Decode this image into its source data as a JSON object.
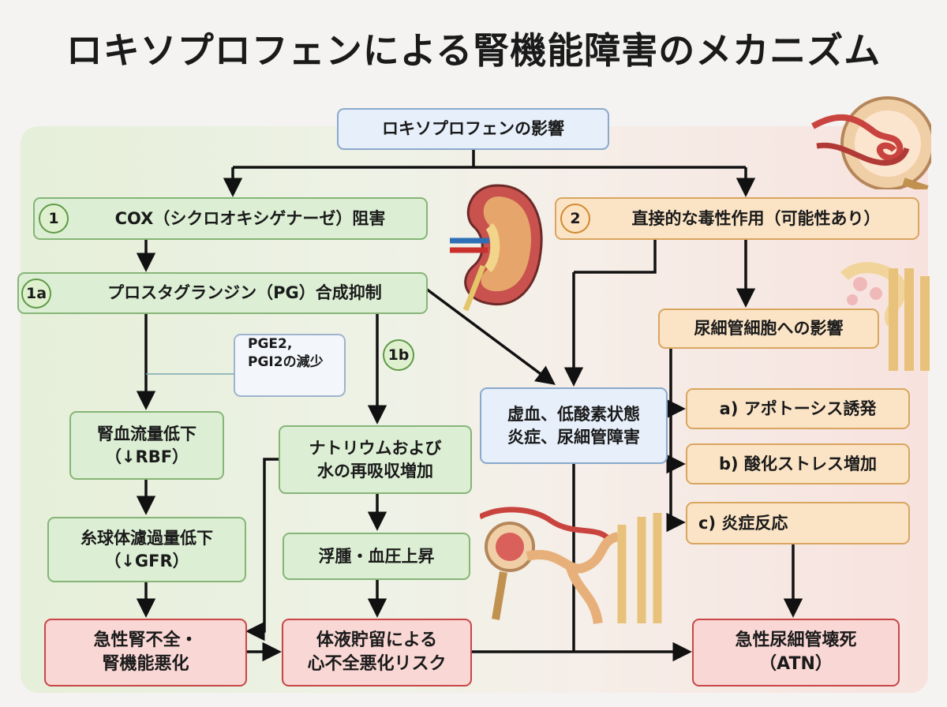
{
  "title": "ロキソプロフェンによる腎機能障害のメカニズム",
  "nodes": {
    "root": "ロキソプロフェンの影響",
    "cox": "COX（シクロオキシゲナーゼ）阻害",
    "cox_num": "1",
    "pg": "プロスタグランジン（PG）合成抑制",
    "pg_num": "1a",
    "pg_b_num": "1b",
    "pge2_line1": "PGE2,",
    "pge2_line2": "PGI2の減少",
    "rbf_line1": "腎血流量低下",
    "rbf_line2": "（↓RBF）",
    "gfr_line1": "糸球体濾過量低下",
    "gfr_line2": "（↓GFR）",
    "na_line1": "ナトリウムおよび",
    "na_line2": "水の再吸収増加",
    "edema": "浮腫・血圧上昇",
    "aki_line1": "急性腎不全・",
    "aki_line2": "腎機能悪化",
    "hf_line1": "体液貯留による",
    "hf_line2": "心不全悪化リスク",
    "direct_num": "2",
    "direct": "直接的な毒性作用（可能性あり）",
    "ischemia_line1": "虚血、低酸素状態",
    "ischemia_line2": "炎症、尿細管障害",
    "tubule": "尿細管細胞への影響",
    "apoptosis": "a) アポトーシス誘発",
    "oxidative": "b) 酸化ストレス増加",
    "inflammation": "c) 炎症反応",
    "atn_line1": "急性尿細管壊死",
    "atn_line2": "（ATN）"
  },
  "colors": {
    "green": "#86b577",
    "orange": "#d9a55f",
    "red": "#c84646",
    "blue": "#8aa9cc"
  },
  "illustrations": [
    "kidney-cross-section-icon",
    "glomerulus-icon",
    "nephron-tubule-icon",
    "nephron-icon"
  ]
}
